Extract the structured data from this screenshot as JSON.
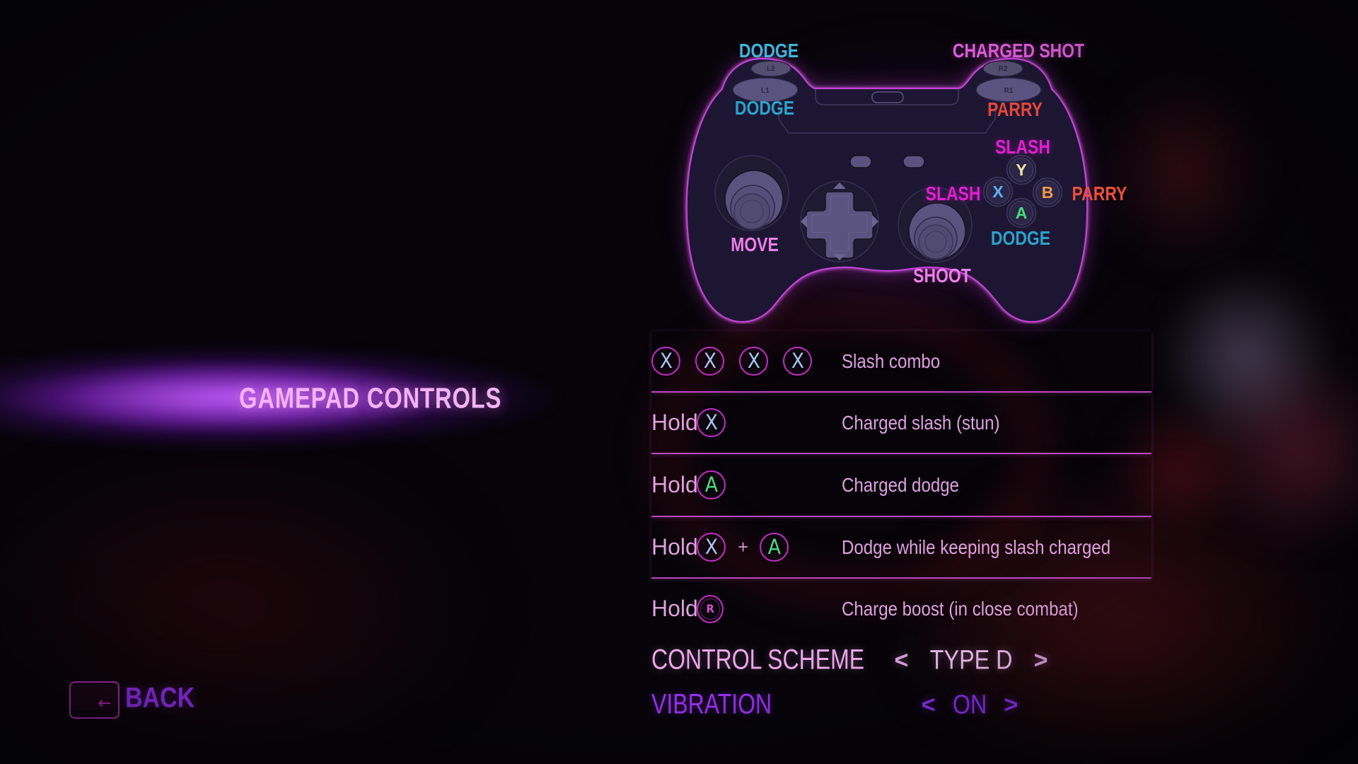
{
  "title": {
    "text": "GAMEPAD CONTROLS"
  },
  "gamepad": {
    "triggers": {
      "l2": "L2",
      "l1": "L1",
      "r2": "R2",
      "r1": "R1"
    },
    "buttons": {
      "y": "Y",
      "x": "X",
      "b": "B",
      "a": "A"
    },
    "labels": {
      "left_trigger_top": "DODGE",
      "left_trigger_bottom": "DODGE",
      "right_trigger_top": "CHARGED SHOT",
      "right_trigger_bottom": "PARRY",
      "y_button": "SLASH",
      "x_button": "SLASH",
      "b_button": "PARRY",
      "a_button": "DODGE",
      "left_stick": "MOVE",
      "right_stick": "SHOOT"
    }
  },
  "bindings": {
    "rows": [
      {
        "hold": "",
        "keys": [
          "X",
          "X",
          "X",
          "X"
        ],
        "joiner": "",
        "desc": "Slash combo"
      },
      {
        "hold": "Hold",
        "keys": [
          "X"
        ],
        "joiner": "",
        "desc": "Charged slash (stun)"
      },
      {
        "hold": "Hold",
        "keys": [
          "A"
        ],
        "joiner": "",
        "desc": "Charged dodge"
      },
      {
        "hold": "Hold",
        "keys": [
          "X",
          "A"
        ],
        "joiner": "+",
        "desc": "Dodge while keeping slash charged"
      },
      {
        "hold": "Hold",
        "keys": [
          "R"
        ],
        "joiner": "",
        "desc": "Charge boost (in close combat)"
      }
    ]
  },
  "settings": {
    "control_scheme": {
      "label": "CONTROL SCHEME",
      "value": "TYPE D"
    },
    "vibration": {
      "label": "VIBRATION",
      "value": "ON"
    },
    "stepper": {
      "prev": "<",
      "next": ">"
    }
  },
  "back": {
    "label": "BACK",
    "arrow": "←"
  },
  "colors": {
    "outline_magenta": "#c23fd6",
    "separator": "#cc4fd2",
    "row_text": "#dfa0df",
    "slash": "#e01fd0",
    "parry": "#ea5038",
    "dodge": "#2aa2cb",
    "charged_shot": "#e55ee0",
    "stick_label": "#ef7de9",
    "btn_y": "#f2e8a2",
    "btn_x": "#5cb2ee",
    "btn_b": "#f19a4b",
    "btn_a": "#49db79",
    "key_x": "#a4c8ee",
    "key_a": "#4ade80",
    "key_r": "#cf52cf",
    "value_pink": "#eebbf0",
    "label_pink": "#eda4ea",
    "selected_violet": "#8a2df0",
    "title_pink": "#f4b3f4"
  }
}
